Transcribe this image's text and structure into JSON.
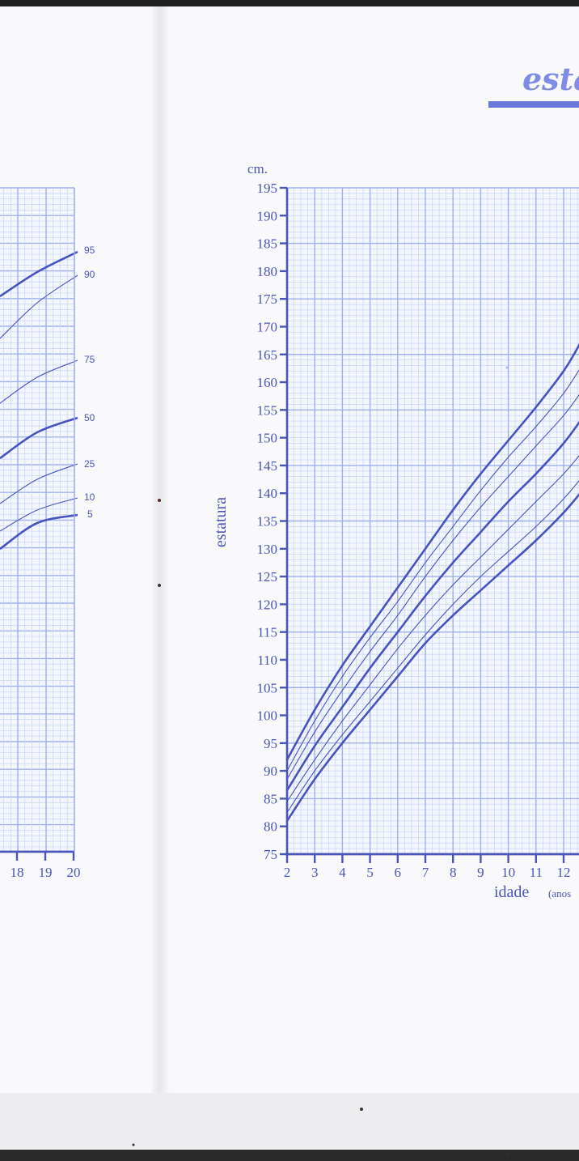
{
  "page": {
    "title_fragment": "esta",
    "colors": {
      "ink": "#4a55b8",
      "grid_minor": "#c9d3f6",
      "grid_major": "#9fb0ee",
      "curve": "#4754c0",
      "title": "#7f8de6",
      "paper": "#f9f9fb",
      "backdrop": "#2a2a2a"
    }
  },
  "left_chart": {
    "x_tick_labels": [
      "18",
      "19",
      "20"
    ],
    "percentile_labels": [
      "95",
      "90",
      "75",
      "50",
      "25",
      "10",
      "5"
    ]
  },
  "chart_data": {
    "type": "line",
    "xlabel": "idade",
    "xlabel_suffix": "(anos",
    "ylabel": "estatura",
    "y_unit": "cm.",
    "xlim": [
      2,
      12.6
    ],
    "ylim": [
      75,
      195
    ],
    "x_ticks": [
      2,
      3,
      4,
      5,
      6,
      7,
      8,
      9,
      10,
      11,
      12
    ],
    "y_ticks": [
      75,
      80,
      85,
      90,
      95,
      100,
      105,
      110,
      115,
      120,
      125,
      130,
      135,
      140,
      145,
      150,
      155,
      160,
      165,
      170,
      175,
      180,
      185,
      190,
      195
    ],
    "grid": true,
    "series": [
      {
        "name": "95",
        "heavy": true,
        "points": [
          [
            2,
            92
          ],
          [
            3,
            101
          ],
          [
            4,
            109
          ],
          [
            5,
            116
          ],
          [
            6,
            123
          ],
          [
            7,
            130
          ],
          [
            8,
            137
          ],
          [
            9,
            143.5
          ],
          [
            10,
            149.5
          ],
          [
            11,
            155.5
          ],
          [
            12,
            162
          ],
          [
            12.6,
            167
          ]
        ]
      },
      {
        "name": "90",
        "heavy": false,
        "points": [
          [
            2,
            90
          ],
          [
            3,
            99
          ],
          [
            4,
            107
          ],
          [
            5,
            114
          ],
          [
            6,
            120.5
          ],
          [
            7,
            127.5
          ],
          [
            8,
            134
          ],
          [
            9,
            140.5
          ],
          [
            10,
            146.5
          ],
          [
            11,
            152
          ],
          [
            12,
            158
          ],
          [
            12.6,
            162.5
          ]
        ]
      },
      {
        "name": "75",
        "heavy": false,
        "points": [
          [
            2,
            88.5
          ],
          [
            3,
            97
          ],
          [
            4,
            104.5
          ],
          [
            5,
            111.5
          ],
          [
            6,
            118
          ],
          [
            7,
            125
          ],
          [
            8,
            131.5
          ],
          [
            9,
            137.5
          ],
          [
            10,
            143
          ],
          [
            11,
            148.5
          ],
          [
            12,
            154
          ],
          [
            12.6,
            158
          ]
        ]
      },
      {
        "name": "50",
        "heavy": true,
        "points": [
          [
            2,
            86.5
          ],
          [
            3,
            94.5
          ],
          [
            4,
            101.5
          ],
          [
            5,
            108.5
          ],
          [
            6,
            115
          ],
          [
            7,
            121.5
          ],
          [
            8,
            127.5
          ],
          [
            9,
            133
          ],
          [
            10,
            138.5
          ],
          [
            11,
            143.5
          ],
          [
            12,
            149
          ],
          [
            12.6,
            153
          ]
        ]
      },
      {
        "name": "25",
        "heavy": false,
        "points": [
          [
            2,
            84.5
          ],
          [
            3,
            92
          ],
          [
            4,
            99
          ],
          [
            5,
            105.5
          ],
          [
            6,
            112
          ],
          [
            7,
            118
          ],
          [
            8,
            123.5
          ],
          [
            9,
            128.5
          ],
          [
            10,
            133.5
          ],
          [
            11,
            138.5
          ],
          [
            12,
            143.5
          ],
          [
            12.6,
            147
          ]
        ]
      },
      {
        "name": "10",
        "heavy": false,
        "points": [
          [
            2,
            82.5
          ],
          [
            3,
            90
          ],
          [
            4,
            96.5
          ],
          [
            5,
            102.5
          ],
          [
            6,
            108.5
          ],
          [
            7,
            114.5
          ],
          [
            8,
            120
          ],
          [
            9,
            125
          ],
          [
            10,
            129.5
          ],
          [
            11,
            134
          ],
          [
            12,
            139
          ],
          [
            12.6,
            142.5
          ]
        ]
      },
      {
        "name": "5",
        "heavy": true,
        "points": [
          [
            2,
            81
          ],
          [
            3,
            88.5
          ],
          [
            4,
            95
          ],
          [
            5,
            101
          ],
          [
            6,
            107
          ],
          [
            7,
            113
          ],
          [
            8,
            118
          ],
          [
            9,
            122.5
          ],
          [
            10,
            127
          ],
          [
            11,
            131.5
          ],
          [
            12,
            136.5
          ],
          [
            12.6,
            140
          ]
        ]
      }
    ]
  }
}
